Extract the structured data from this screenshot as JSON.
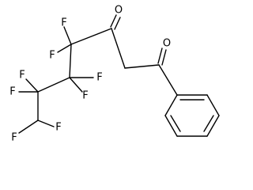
{
  "molecule": {
    "labels": {
      "f1": "F",
      "f2": "F",
      "f3": "F",
      "f4": "F",
      "f5": "F",
      "f6": "F",
      "f7": "F",
      "f8": "F",
      "o1": "O",
      "o2": "O"
    }
  }
}
